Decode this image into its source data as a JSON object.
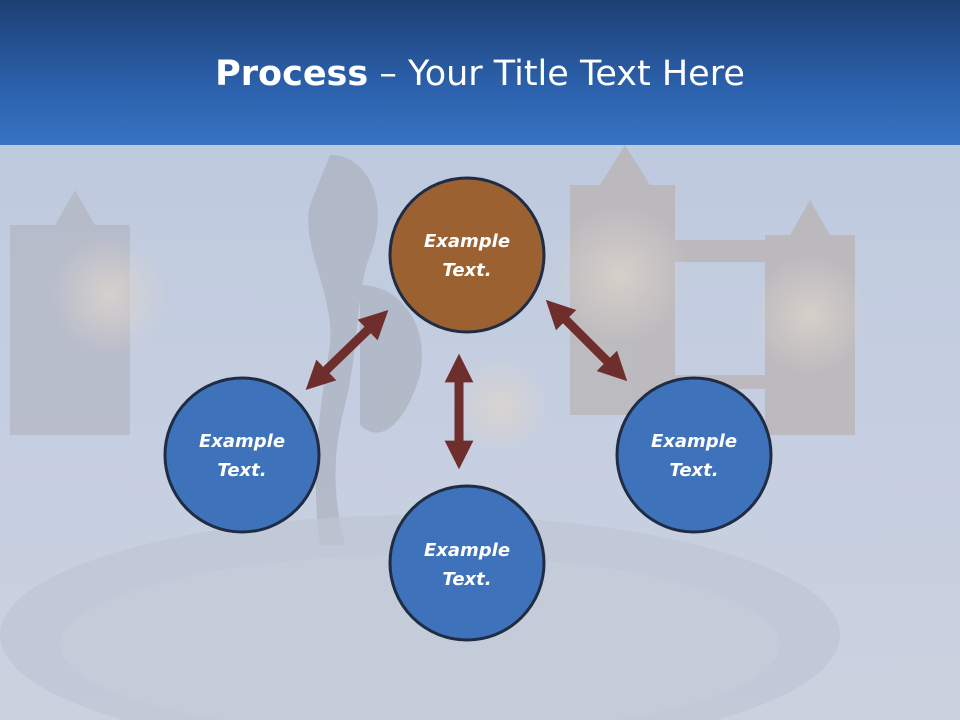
{
  "slide": {
    "title_bold": "Process",
    "title_rest": " – Your Title Text Here"
  },
  "diagram": {
    "top": {
      "line1": "Example",
      "line2": "Text.",
      "color": "#9c6130"
    },
    "left": {
      "line1": "Example",
      "line2": "Text.",
      "color": "#3e72bb"
    },
    "right": {
      "line1": "Example",
      "line2": "Text.",
      "color": "#3e72bb"
    },
    "bottom": {
      "line1": "Example",
      "line2": "Text.",
      "color": "#3e72bb"
    },
    "arrow_color": "#6e2e2b",
    "outline_color": "#1f2c44"
  }
}
